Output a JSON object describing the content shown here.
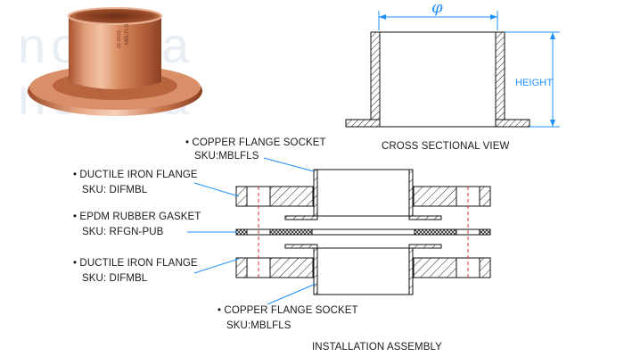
{
  "watermark": {
    "line1": "nomka",
    "line2": "nomka"
  },
  "photo": {
    "stamp_text": "MBLFLS",
    "stamp_text_2": "22 0515"
  },
  "cross_section": {
    "diameter_symbol": "φ",
    "height_label": "HEIGHT",
    "caption": "CROSS SECTIONAL VIEW",
    "colors": {
      "dimension": "#1e90ff",
      "outline": "#111111"
    }
  },
  "assembly": {
    "caption": "INSTALLATION ASSEMBLY",
    "callouts": [
      {
        "name": "COPPER FLANGE SOCKET",
        "sku": "SKU:MBLFLS"
      },
      {
        "name": "DUCTILE IRON FLANGE",
        "sku": "SKU: DIFMBL"
      },
      {
        "name": "EPDM RUBBER GASKET",
        "sku": "SKU: RFGN-PUB"
      },
      {
        "name": "DUCTILE IRON FLANGE",
        "sku": "SKU: DIFMBL"
      },
      {
        "name": "COPPER FLANGE SOCKET",
        "sku": "SKU:MBLFLS"
      }
    ],
    "colors": {
      "leader": "#1e90ff",
      "bolt_centerline": "#e03030",
      "outline": "#111111"
    }
  }
}
